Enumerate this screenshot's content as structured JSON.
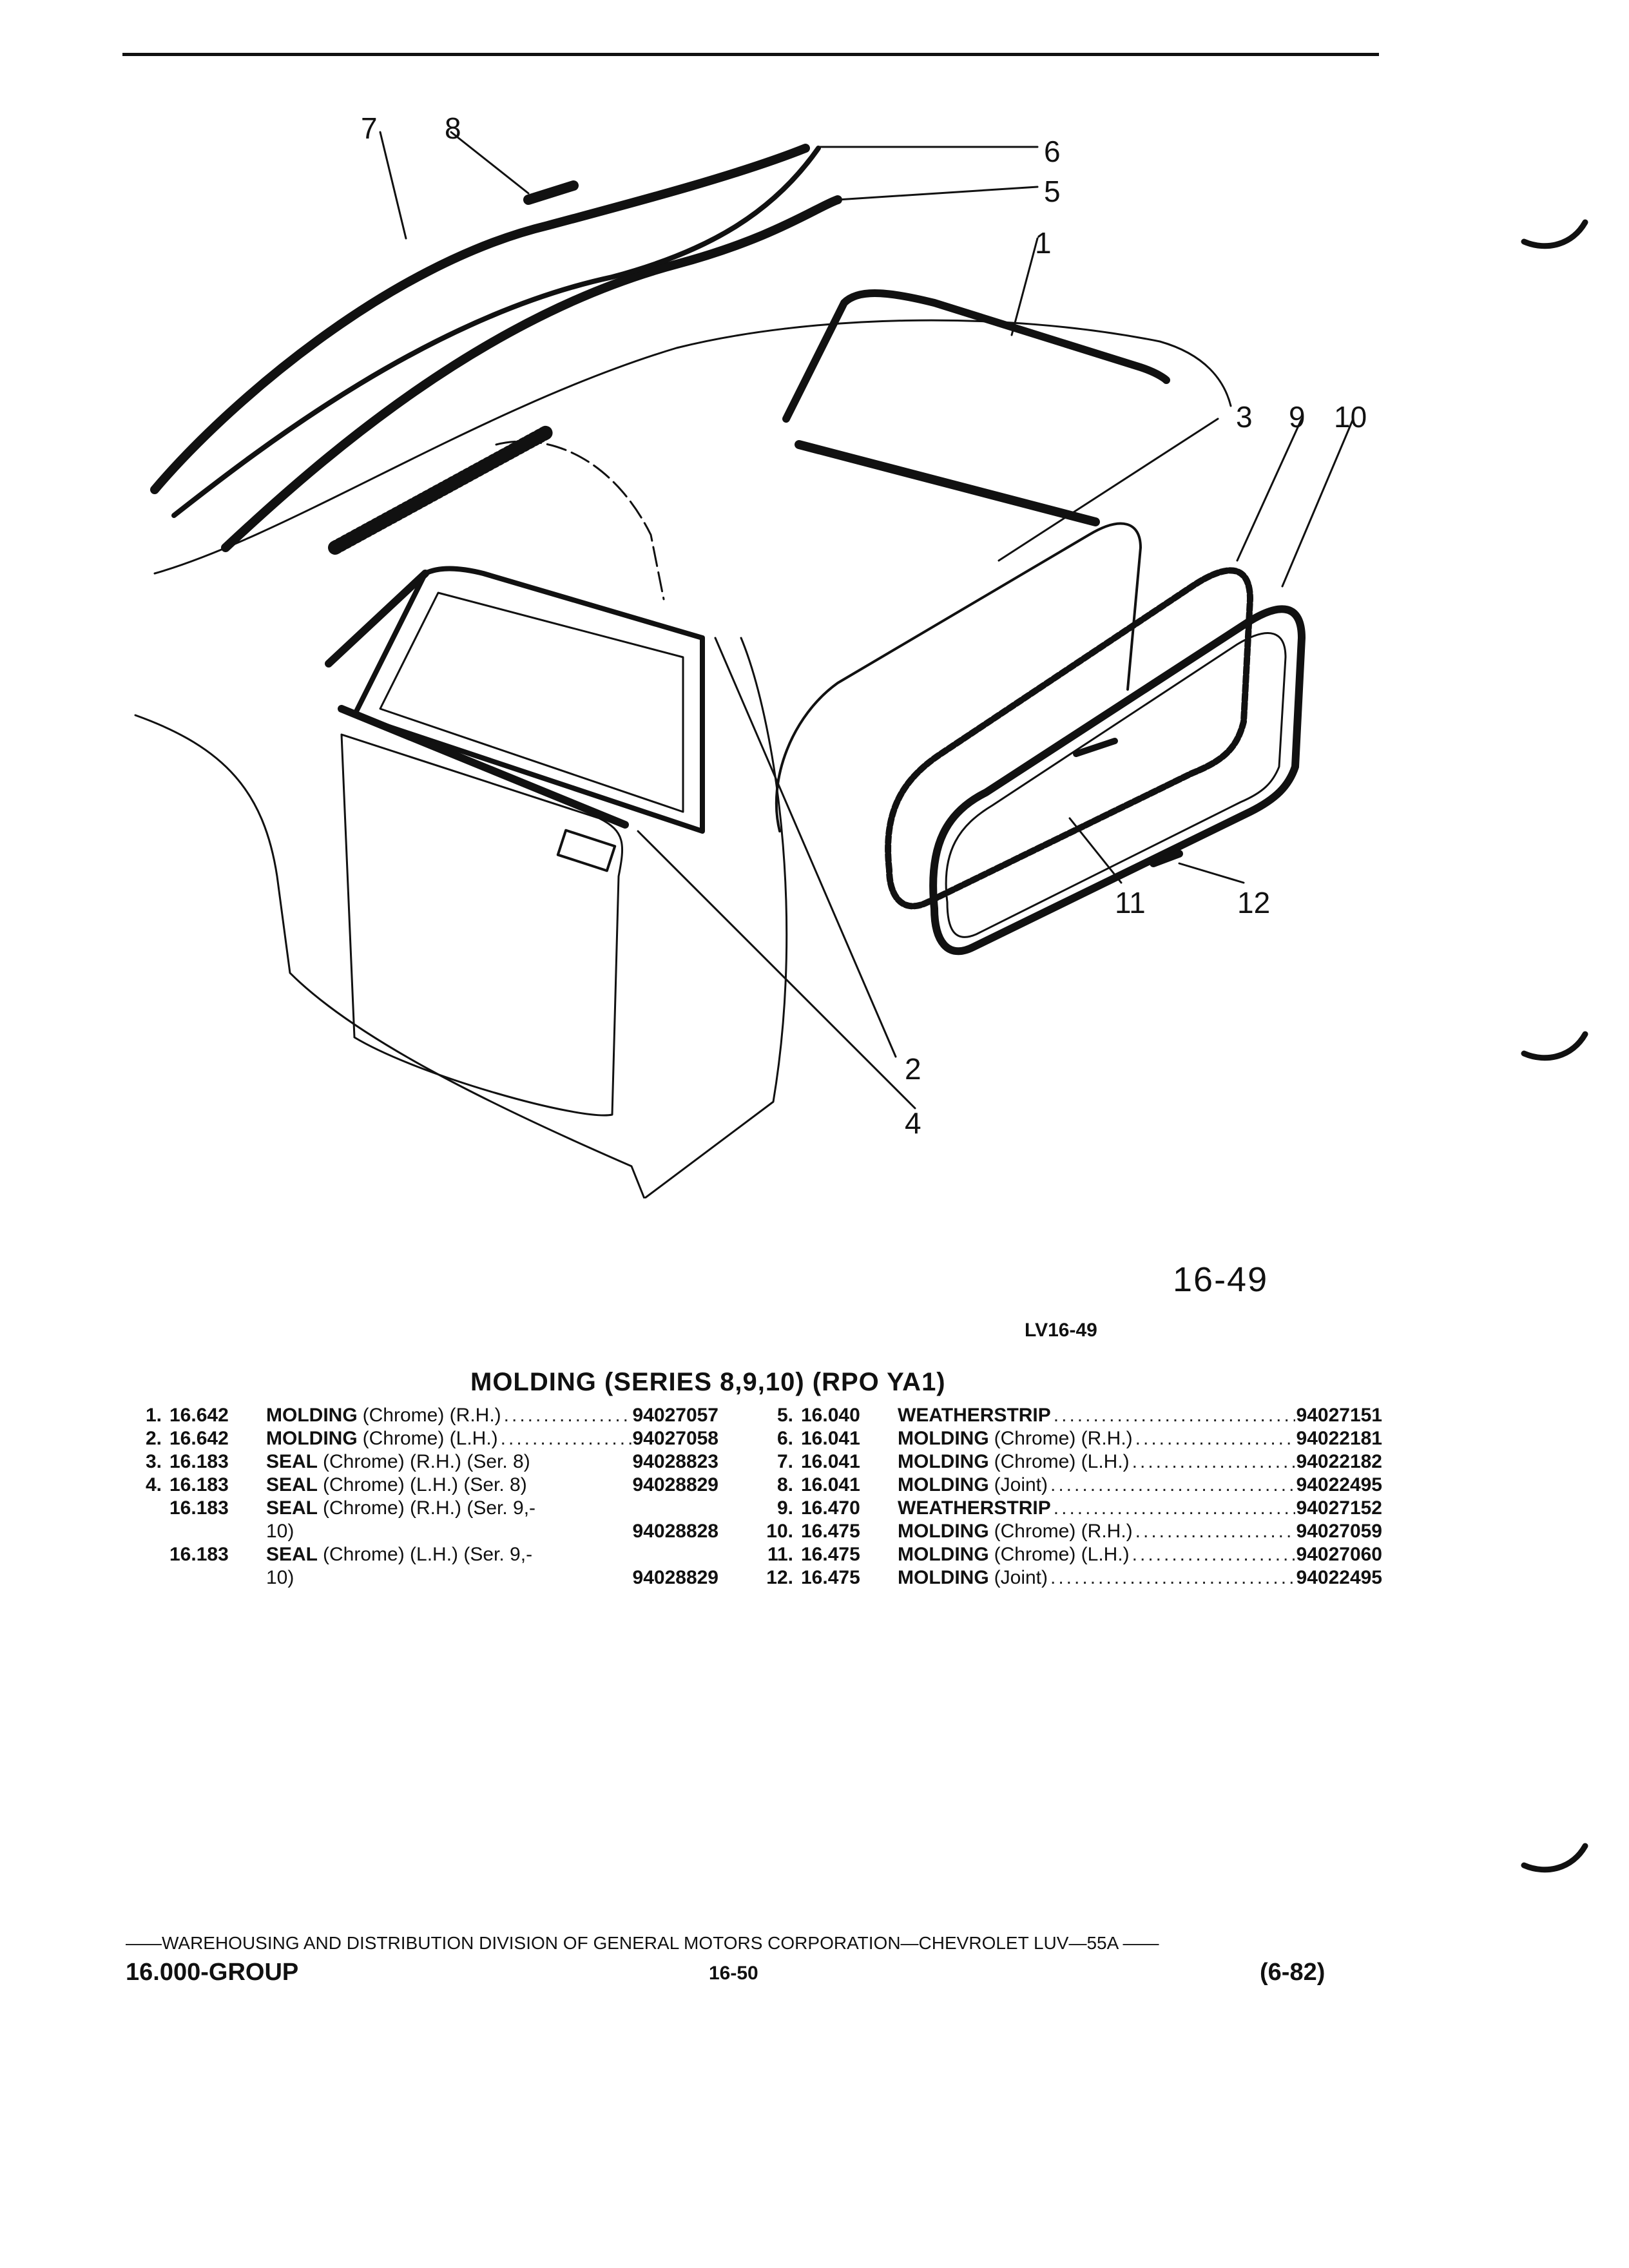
{
  "figure": {
    "id": "16-49",
    "ref": "LV16-49",
    "callouts": [
      "1",
      "2",
      "3",
      "4",
      "5",
      "6",
      "7",
      "8",
      "9",
      "10",
      "11",
      "12"
    ]
  },
  "section_title": "MOLDING (SERIES 8,9,10) (RPO YA1)",
  "parts_left": [
    {
      "num": "1.",
      "group": "16.642",
      "name": "MOLDING",
      "qual": "(Chrome) (R.H.)",
      "pn": "94027057"
    },
    {
      "num": "2.",
      "group": "16.642",
      "name": "MOLDING",
      "qual": "(Chrome) (L.H.)",
      "pn": "94027058"
    },
    {
      "num": "3.",
      "group": "16.183",
      "name": "SEAL",
      "qual": "(Chrome) (R.H.) (Ser. 8)",
      "pn": "94028823"
    },
    {
      "num": "4.",
      "group": "16.183",
      "name": "SEAL",
      "qual": "(Chrome) (L.H.) (Ser. 8)",
      "pn": "94028829"
    },
    {
      "num": "",
      "group": "16.183",
      "name": "SEAL",
      "qual": "(Chrome) (R.H.) (Ser. 9,-",
      "cont": "10)",
      "pn": "94028828"
    },
    {
      "num": "",
      "group": "16.183",
      "name": "SEAL",
      "qual": "(Chrome) (L.H.) (Ser. 9,-",
      "cont": "10)",
      "pn": "94028829"
    }
  ],
  "parts_right": [
    {
      "num": "5.",
      "group": "16.040",
      "name": "WEATHERSTRIP",
      "qual": "",
      "pn": "94027151"
    },
    {
      "num": "6.",
      "group": "16.041",
      "name": "MOLDING",
      "qual": "(Chrome) (R.H.)",
      "pn": "94022181"
    },
    {
      "num": "7.",
      "group": "16.041",
      "name": "MOLDING",
      "qual": "(Chrome) (L.H.)",
      "pn": "94022182"
    },
    {
      "num": "8.",
      "group": "16.041",
      "name": "MOLDING",
      "qual": "(Joint)",
      "pn": "94022495"
    },
    {
      "num": "9.",
      "group": "16.470",
      "name": "WEATHERSTRIP",
      "qual": "",
      "pn": "94027152"
    },
    {
      "num": "10.",
      "group": "16.475",
      "name": "MOLDING",
      "qual": "(Chrome) (R.H.)",
      "pn": "94027059"
    },
    {
      "num": "11.",
      "group": "16.475",
      "name": "MOLDING",
      "qual": "(Chrome) (L.H.)",
      "pn": "94027060"
    },
    {
      "num": "12.",
      "group": "16.475",
      "name": "MOLDING",
      "qual": "(Joint)",
      "pn": "94022495"
    }
  ],
  "footer": {
    "line": "——WAREHOUSING AND DISTRIBUTION  DIVISION OF GENERAL MOTORS CORPORATION—CHEVROLET LUV—55A  ——",
    "group": "16.000-GROUP",
    "page": "16-50",
    "date": "(6-82)"
  }
}
